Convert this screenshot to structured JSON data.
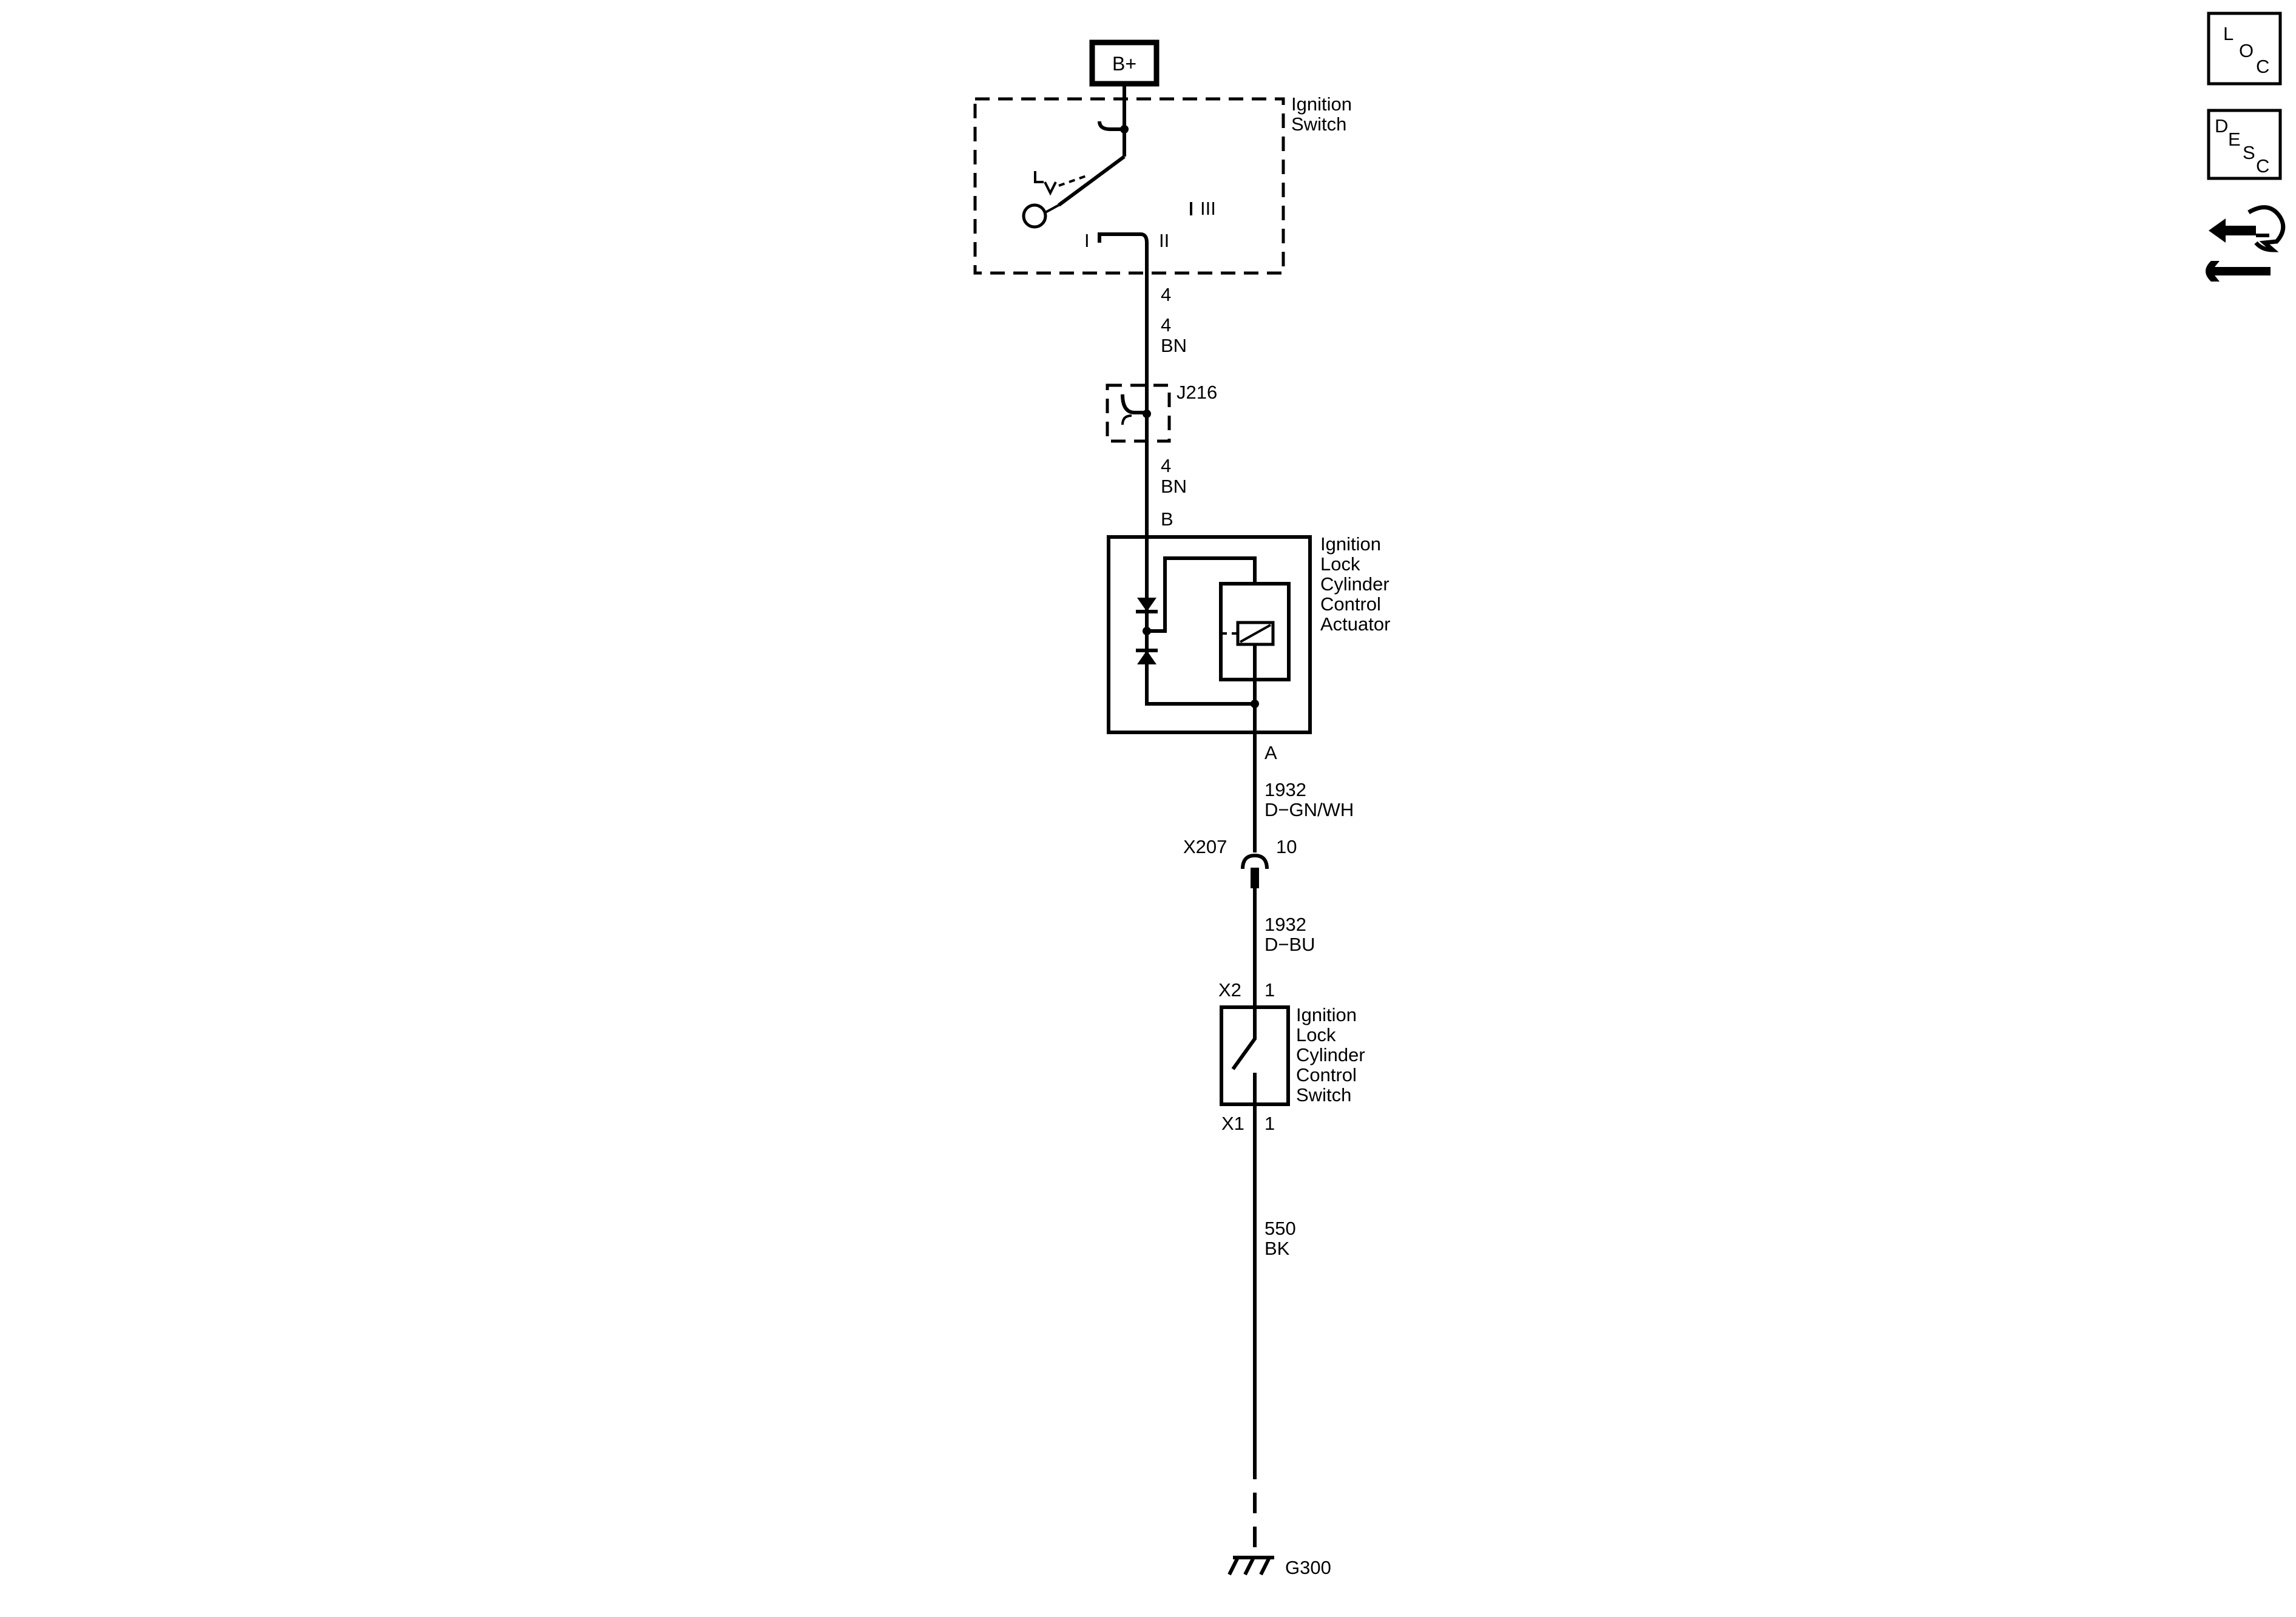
{
  "source": {
    "label": "B+"
  },
  "ignition_switch": {
    "name_lines": [
      "Ignition",
      "Switch"
    ],
    "pos_1": "I",
    "pos_2": "II",
    "pos_3": "III",
    "terminal": "4"
  },
  "wire_4_upper": {
    "circuit": "4",
    "color": "BN"
  },
  "splice": {
    "id": "J216"
  },
  "wire_4_lower": {
    "circuit": "4",
    "color": "BN"
  },
  "actuator": {
    "name_lines": [
      "Ignition",
      "Lock",
      "Cylinder",
      "Control",
      "Actuator"
    ],
    "terminal_b": "B",
    "terminal_a": "A"
  },
  "wire_1932_upper": {
    "circuit": "1932",
    "color": "D−GN/WH"
  },
  "inline_connector": {
    "id": "X207",
    "pin": "10"
  },
  "wire_1932_lower": {
    "circuit": "1932",
    "color": "D−BU"
  },
  "lock_switch": {
    "name_lines": [
      "Ignition",
      "Lock",
      "Cylinder",
      "Control",
      "Switch"
    ],
    "conn_top": "X2",
    "pin_top": "1",
    "conn_bottom": "X1",
    "pin_bottom": "1"
  },
  "wire_550": {
    "circuit": "550",
    "color": "BK"
  },
  "ground": {
    "id": "G300"
  },
  "side_icons": {
    "loc": [
      "L",
      "O",
      "C"
    ],
    "desc": [
      "D",
      "E",
      "S",
      "C"
    ],
    "connector_icon": "connector-repair-icon"
  }
}
